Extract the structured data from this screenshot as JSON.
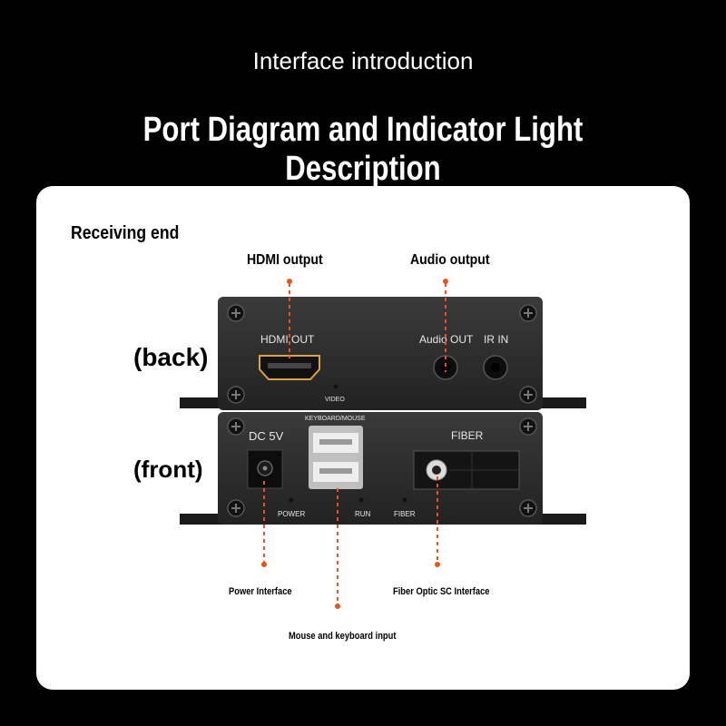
{
  "header": {
    "subtitle": "Interface introduction",
    "title": "Port Diagram and Indicator Light Description"
  },
  "panel": {
    "section_label": "Receiving end",
    "back_label": "(back)",
    "front_label": "(front)",
    "callouts": {
      "hdmi_output": "HDMI output",
      "audio_output": "Audio output",
      "power_interface": "Power Interface",
      "fiber_interface": "Fiber Optic SC Interface",
      "mouse_keyboard": "Mouse and keyboard input"
    }
  },
  "device_back": {
    "hdmi_label": "HDMI OUT",
    "audio_label": "Audio OUT",
    "ir_label": "IR IN",
    "video_led_label": "VIDEO"
  },
  "device_front": {
    "dc_label": "DC 5V",
    "usb_label": "KEYBOARD/MOUSE",
    "fiber_label": "FIBER",
    "power_led_label": "POWER",
    "run_led_label": "RUN",
    "fiber_led_label": "FIBER"
  },
  "colors": {
    "callout_line": "#e8531e",
    "device_body": "#2b2b2b",
    "background": "#000000",
    "panel": "#ffffff"
  }
}
